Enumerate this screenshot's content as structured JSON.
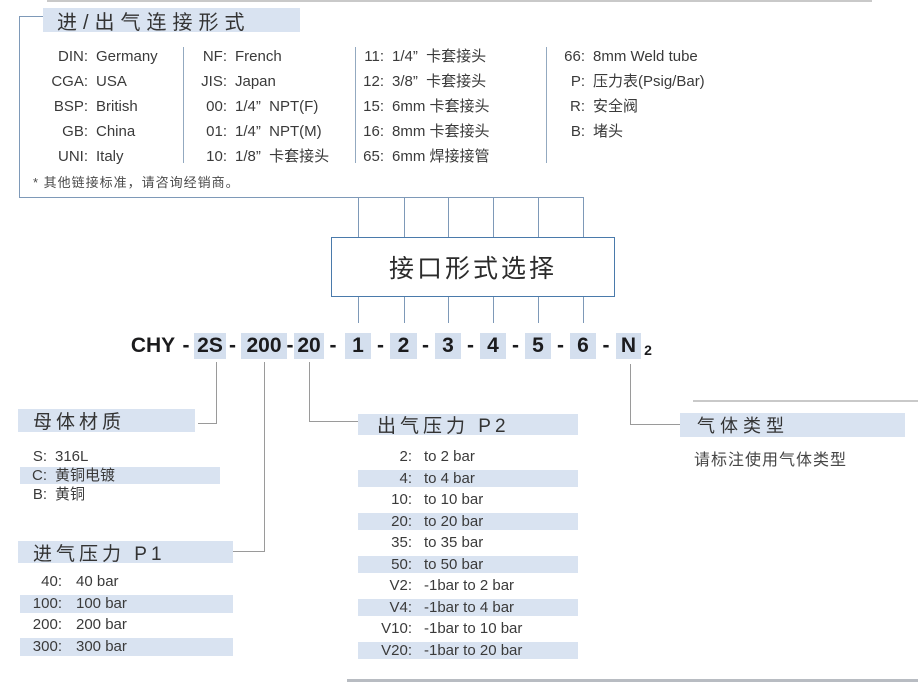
{
  "connection": {
    "title": "进/出气连接形式",
    "footnote": "* 其他链接标准，请咨询经销商。",
    "columns": [
      {
        "items": [
          {
            "code": "DIN:",
            "label": "Germany"
          },
          {
            "code": "CGA:",
            "label": "USA"
          },
          {
            "code": "BSP:",
            "label": "British"
          },
          {
            "code": "GB:",
            "label": "China"
          },
          {
            "code": "UNI:",
            "label": "Italy"
          }
        ]
      },
      {
        "items": [
          {
            "code": "NF:",
            "label": "French"
          },
          {
            "code": "JIS:",
            "label": "Japan"
          },
          {
            "code": "00:",
            "label": "1/4”  NPT(F)"
          },
          {
            "code": "01:",
            "label": "1/4”  NPT(M)"
          },
          {
            "code": "10:",
            "label": "1/8”  卡套接头"
          }
        ]
      },
      {
        "items": [
          {
            "code": "11:",
            "label": "1/4”  卡套接头"
          },
          {
            "code": "12:",
            "label": "3/8”  卡套接头"
          },
          {
            "code": "15:",
            "label": "6mm 卡套接头"
          },
          {
            "code": "16:",
            "label": "8mm 卡套接头"
          },
          {
            "code": "65:",
            "label": "6mm 焊接接管"
          }
        ]
      },
      {
        "items": [
          {
            "code": "66:",
            "label": "8mm Weld tube"
          },
          {
            "code": "P:",
            "label": "压力表(Psig/Bar)"
          },
          {
            "code": "R:",
            "label": "安全阀"
          },
          {
            "code": "B:",
            "label": "堵头"
          }
        ]
      }
    ]
  },
  "select_box": {
    "title": "接口形式选择"
  },
  "code": {
    "segments": [
      "CHY",
      "-",
      "2S",
      "-",
      "200",
      "-",
      "20",
      "-",
      "1",
      "-",
      "2",
      "-",
      "3",
      "-",
      "4",
      "-",
      "5",
      "-",
      "6",
      "-",
      "N",
      "2"
    ]
  },
  "material": {
    "title": "母体材质",
    "items": [
      {
        "code": "S:",
        "label": "316L"
      },
      {
        "code": "C:",
        "label": "黄铜电镀"
      },
      {
        "code": "B:",
        "label": "黄铜"
      }
    ]
  },
  "inlet_pressure": {
    "title": "进气压力 P1",
    "items": [
      {
        "code": "40:",
        "label": "40 bar"
      },
      {
        "code": "100:",
        "label": "100 bar"
      },
      {
        "code": "200:",
        "label": "200 bar"
      },
      {
        "code": "300:",
        "label": "300 bar"
      }
    ]
  },
  "outlet_pressure": {
    "title": "出气压力 P2",
    "items": [
      {
        "code": "2:",
        "label": "to 2 bar"
      },
      {
        "code": "4:",
        "label": "to 4 bar"
      },
      {
        "code": "10:",
        "label": "to 10 bar"
      },
      {
        "code": "20:",
        "label": "to 20 bar"
      },
      {
        "code": "35:",
        "label": "to 35 bar"
      },
      {
        "code": "50:",
        "label": "to 50 bar"
      },
      {
        "code": "V2:",
        "label": "-1bar to 2 bar"
      },
      {
        "code": "V4:",
        "label": "-1bar to 4 bar"
      },
      {
        "code": "V10:",
        "label": "-1bar to 10 bar"
      },
      {
        "code": "V20:",
        "label": "-1bar to 20 bar"
      }
    ]
  },
  "gas_type": {
    "title": "气体类型",
    "note": "请标注使用气体类型"
  },
  "colors": {
    "highlight": "#d9e3f1",
    "line_blue": "#7e99b8",
    "line_grey": "#9a9a9a",
    "box_border": "#4a7aab"
  }
}
